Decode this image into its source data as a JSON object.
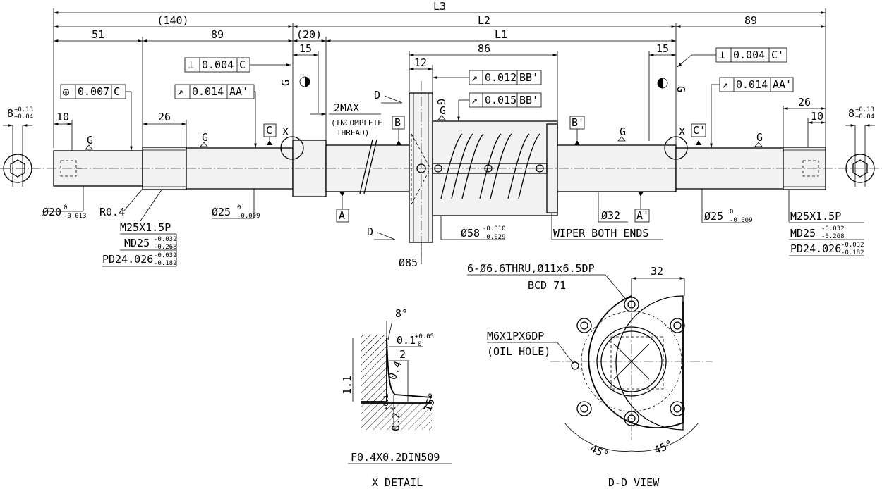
{
  "dims": {
    "L3": "L3",
    "L2": "L2",
    "L1": "L1",
    "d140": "(140)",
    "d51": "51",
    "d89a": "89",
    "d20p": "(20)",
    "d89b": "89",
    "d15a": "15",
    "d15b": "15",
    "d86": "86",
    "d12": "12",
    "d26a": "26",
    "d26b": "26",
    "d10a": "10",
    "d10b": "10",
    "d32": "32"
  },
  "tolerances": {
    "perp_left": {
      "symbol": "⊥",
      "value": "0.004",
      "datum": "C"
    },
    "perp_right": {
      "symbol": "⊥",
      "value": "0.004",
      "datum": "C'"
    },
    "conc": {
      "symbol": "◎",
      "value": "0.007",
      "datum": "C"
    },
    "runout_aa": {
      "symbol": "↗",
      "value": "0.014",
      "datum": "AA'"
    },
    "runout_aa2": {
      "symbol": "↗",
      "value": "0.014",
      "datum": "AA'"
    },
    "runout_bb1": {
      "symbol": "↗",
      "value": "0.012",
      "datum": "BB'"
    },
    "runout_bb2": {
      "symbol": "↗",
      "value": "0.015",
      "datum": "BB'"
    }
  },
  "datums": {
    "A": "A",
    "A2": "A'",
    "B": "B",
    "B2": "B'",
    "C": "C",
    "C2": "C'"
  },
  "labels": {
    "g": "G",
    "x": "X",
    "d": "D",
    "twomax": "2MAX",
    "incomplete1": "(INCOMPLETE",
    "incomplete2": "THREAD)",
    "r04": "R0.4",
    "wiper": "WIPER BOTH ENDS",
    "phi85": "Ø85",
    "phi32": "Ø32",
    "holes1": "6-Ø6.6THRU,Ø11x6.5DP",
    "holes2": "BCD 71",
    "oil1": "M6X1PX6DP",
    "oil2": "(OIL HOLE)",
    "ang45a": "45°",
    "ang45b": "45°",
    "ang8": "8°",
    "ang15": "15°",
    "xd2": "2",
    "xd04": "0.4",
    "xd11": "1.1",
    "xd_top": "0.1",
    "xd_bot": "0.2",
    "fnote": "F0.4X0.2DIN509",
    "xdetail": "X DETAIL",
    "ddview": "D-D VIEW"
  },
  "fits": {
    "phi20": {
      "base": "Ø20",
      "up": "0",
      "lo": "-0.013"
    },
    "phi25a": {
      "base": "Ø25",
      "up": "0",
      "lo": "-0.009"
    },
    "phi25b": {
      "base": "Ø25",
      "up": "0",
      "lo": "-0.009"
    },
    "phi58": {
      "base": "Ø58",
      "up": "-0.010",
      "lo": "-0.029"
    },
    "eight_l": {
      "base": "8",
      "up": "+0.13",
      "lo": "+0.04"
    },
    "eight_r": {
      "base": "8",
      "up": "+0.13",
      "lo": "+0.04"
    },
    "x01_tol": {
      "up": "+0.05",
      "lo": "0"
    },
    "x02_tol": {
      "up": "+0.1",
      "lo": "0"
    }
  },
  "threads": {
    "left": {
      "m": "M25X1.5P",
      "md": "MD25",
      "md_up": "-0.032",
      "md_lo": "-0.268",
      "pd": "PD24.026",
      "pd_up": "-0.032",
      "pd_lo": "-0.182"
    },
    "right": {
      "m": "M25X1.5P",
      "md": "MD25",
      "md_up": "-0.032",
      "md_lo": "-0.268",
      "pd": "PD24.026",
      "pd_up": "-0.032",
      "pd_lo": "-0.182"
    }
  }
}
